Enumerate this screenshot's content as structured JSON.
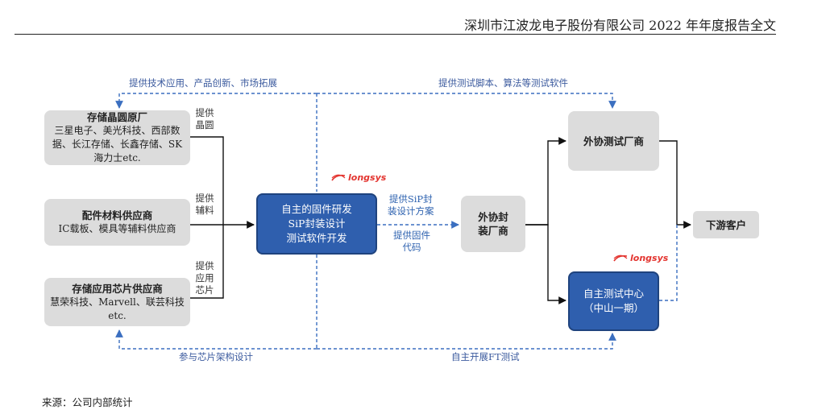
{
  "header": {
    "title": "深圳市江波龙电子股份有限公司 2022 年年度报告全文"
  },
  "suppliers": {
    "wafer": {
      "title": "存储晶圆原厂",
      "text": "三星电子、美光科技、西部数据、长江存储、长鑫存储、SK海力士etc."
    },
    "parts": {
      "title": "配件材料供应商",
      "text": "IC载板、模具等辅料供应商"
    },
    "chip": {
      "title": "存储应用芯片供应商",
      "text": "慧荣科技、Marvell、联芸科技etc."
    }
  },
  "supply_labels": {
    "wafer": "提供晶圆",
    "parts": "提供辅料",
    "chip": "提供应用芯片"
  },
  "center": {
    "lines": [
      "自主的固件研发",
      "SiP封装设计",
      "测试软件开发"
    ]
  },
  "mid_labels": {
    "upper": [
      "提供SiP封",
      "装设计方案"
    ],
    "lower": [
      "提供固件",
      "代码"
    ]
  },
  "packaging": {
    "lines": [
      "外协封",
      "装厂商"
    ]
  },
  "external_test": {
    "label": "外协测试厂商"
  },
  "self_test": {
    "lines": [
      "自主测试中心",
      "（中山一期）"
    ]
  },
  "customer": {
    "label": "下游客户"
  },
  "top_labels": {
    "left": "提供技术应用、产品创新、市场拓展",
    "right": "提供测试脚本、算法等测试软件"
  },
  "bottom_labels": {
    "left": "参与芯片架构设计",
    "right": "自主开展FT测试"
  },
  "logo_text": "longsys",
  "colors": {
    "blue": "#2f5fae",
    "gray": "#dcdcdc",
    "dashed": "#3b6fc0",
    "logo": "#e3342f"
  },
  "footer": {
    "source": "来源：公司内部统计"
  }
}
